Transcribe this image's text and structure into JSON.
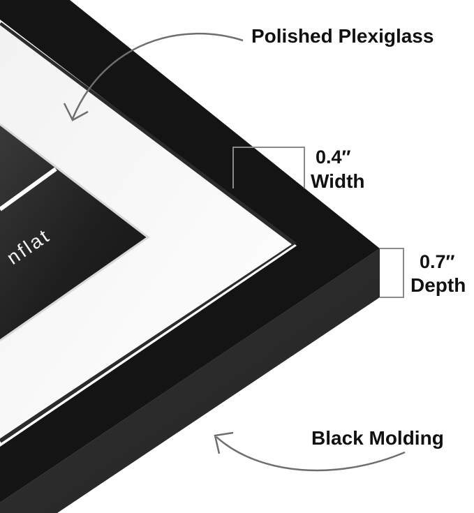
{
  "labels": {
    "plexiglass": "Polished Plexiglass",
    "width_value": "0.4″",
    "width_word": "Width",
    "depth_value": "0.7″",
    "depth_word": "Depth",
    "molding": "Black Molding"
  },
  "print": {
    "fragment": "nflat"
  },
  "colors": {
    "frame": "#141414",
    "frame_side": "#2a2a2a",
    "mat": "#ffffff",
    "print_dark": "#1c1c1c",
    "callout_line": "#8a8a8a",
    "arrow": "#6e6e6e",
    "text": "#111111"
  }
}
